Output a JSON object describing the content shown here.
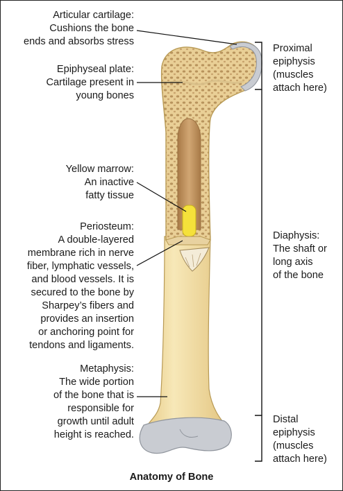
{
  "left_labels": {
    "articular_cartilage": "Articular cartilage:\nCushions the bone\nends and absorbs stress",
    "epiphyseal_plate": "Epiphyseal plate:\nCartilage present in\nyoung bones",
    "yellow_marrow": "Yellow marrow:\nAn inactive\nfatty tissue",
    "periosteum": "Periosteum:\nA double-layered\nmembrane rich in nerve\nfiber, lymphatic vessels,\nand blood vessels. It is\nsecured to the bone by\nSharpey’s fibers and\nprovides an insertion\nor anchoring point for\ntendons and ligaments.",
    "metaphysis": "Metaphysis:\nThe wide portion\nof the bone that is\nresponsible for\ngrowth until adult\nheight is reached."
  },
  "right_labels": {
    "proximal_epiphysis": "Proximal\nepiphysis\n(muscles\nattach here)",
    "diaphysis": "Diaphysis:\nThe shaft or\nlong axis\nof the bone",
    "distal_epiphysis": "Distal\nepiphysis\n(muscles\nattach here)"
  },
  "caption": "Anatomy of Bone",
  "colors": {
    "bone": "#f2dfa0",
    "bone_outline": "#b89a55",
    "spongy_bone": "#d8b983",
    "marrow_cavity": "#c49a62",
    "yellow_marrow": "#f5e13a",
    "cartilage": "#c9ccd2",
    "leader_line": "#111111"
  }
}
